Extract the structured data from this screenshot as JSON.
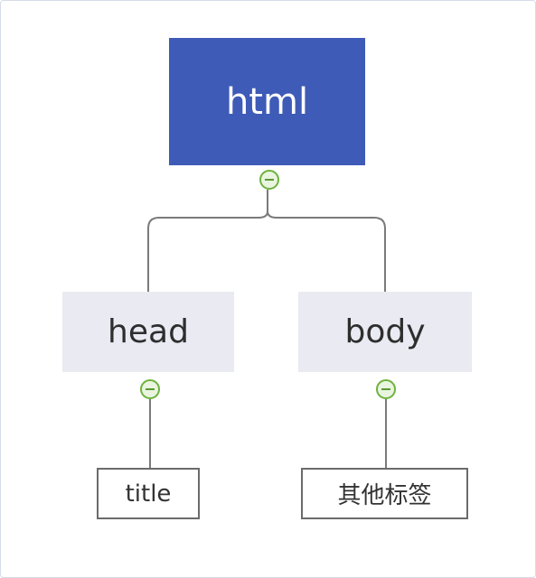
{
  "diagram": {
    "root": {
      "label": "html"
    },
    "children": [
      {
        "label": "head",
        "children": [
          {
            "label": "title"
          }
        ]
      },
      {
        "label": "body",
        "children": [
          {
            "label": "其他标签"
          }
        ]
      }
    ]
  },
  "colors": {
    "root_fill": "#3f5bb8",
    "branch_fill": "#e9eaf2",
    "connector": "#7a7a7a",
    "collapse_ring": "#6db33f"
  },
  "icons": {
    "collapse": "minus-circle-icon"
  }
}
